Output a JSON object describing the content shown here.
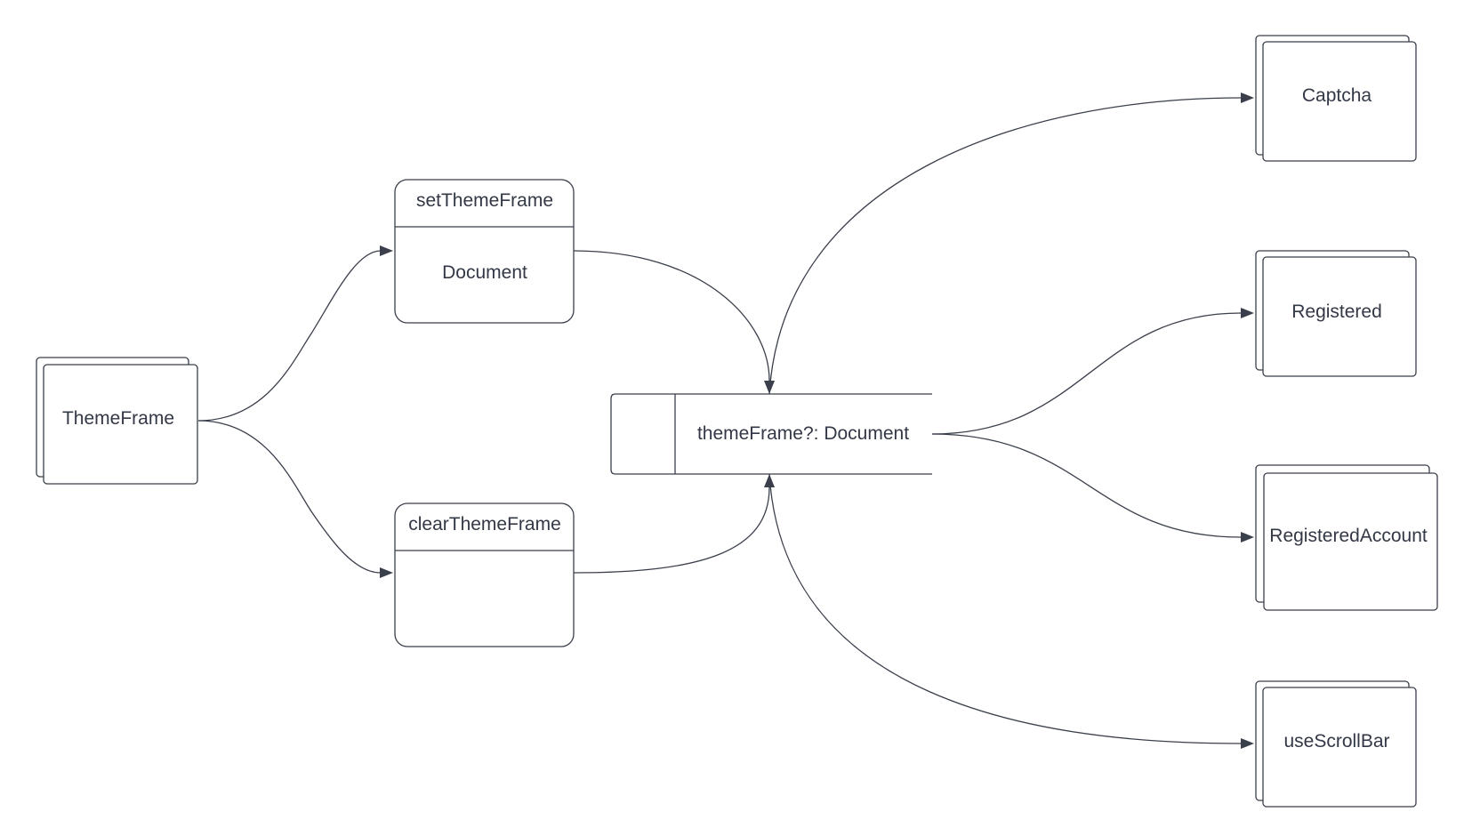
{
  "colors": {
    "stroke": "#3a3f4b",
    "text": "#333846",
    "background": "#ffffff"
  },
  "nodes": {
    "theme_frame": "ThemeFrame",
    "set_theme_frame": {
      "title": "setThemeFrame",
      "body": "Document"
    },
    "clear_theme_frame": {
      "title": "clearThemeFrame",
      "body": ""
    },
    "context": "themeFrame?: Document",
    "captcha": "Captcha",
    "registered": "Registered",
    "registered_account": "RegisteredAccount",
    "use_scroll_bar": "useScrollBar"
  }
}
